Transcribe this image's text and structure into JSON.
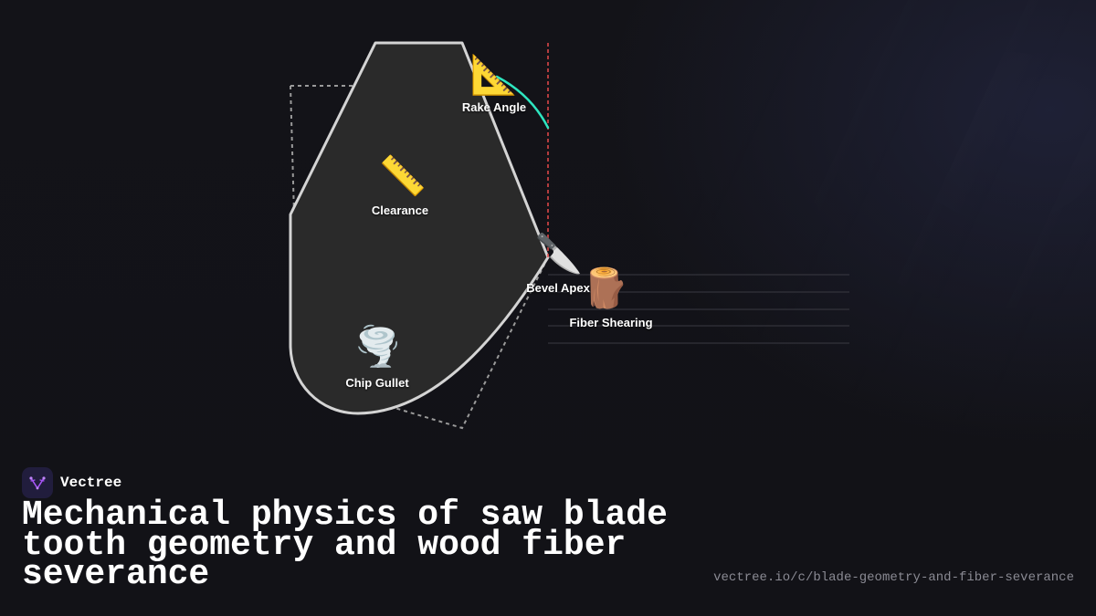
{
  "brand": {
    "name": "Vectree"
  },
  "headline": "Mechanical physics of saw blade tooth geometry and wood fiber severance",
  "url": "vectree.io/c/blade-geometry-and-fiber-severance",
  "diagram": {
    "labels": {
      "rake_angle": "Rake Angle",
      "clearance": "Clearance",
      "bevel_apex": "Bevel Apex",
      "fiber_shearing": "Fiber Shearing",
      "chip_gullet": "Chip Gullet"
    },
    "icons": {
      "rake_angle": "📐",
      "clearance": "📏",
      "bevel_apex": "🔪",
      "fiber_shearing": "🪵",
      "chip_gullet": "🌪️"
    }
  },
  "colors": {
    "background": "#121217",
    "tooth_fill": "#2a2a2a",
    "tooth_outline": "#d4d4d4",
    "rake_arc": "#2ee6c0",
    "reference_line": "#e84a4a",
    "brand_logo_bg": "#211d3d",
    "brand_logo_mark": "#a855f7"
  }
}
